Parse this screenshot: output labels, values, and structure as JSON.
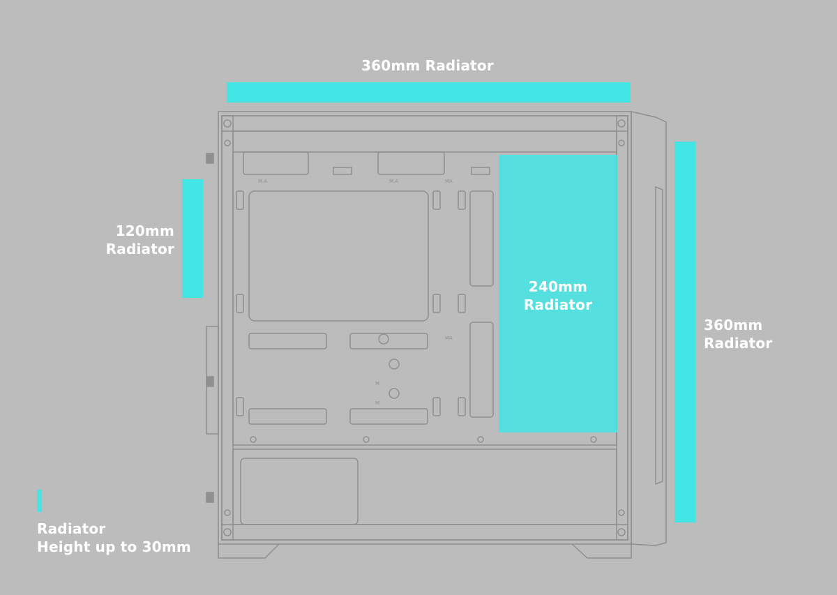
{
  "colors": {
    "background": "#bcbcbc",
    "radiator_highlight": "#44e5e5",
    "case_outline": "#8f8f8f",
    "label_text": "#ffffff"
  },
  "labels": {
    "top_radiator": "360mm Radiator",
    "side_left_line1": "120mm",
    "side_left_line2": "Radiator",
    "front_inner_line1": "240mm",
    "front_inner_line2": "Radiator",
    "front_right_line1": "360mm",
    "front_right_line2": "Radiator",
    "legend_line1": "Radiator",
    "legend_line2": "Height up to 30mm"
  },
  "case_markings": {
    "mount_label_a": "M.A",
    "mount_label_b": "MA",
    "mount_label_m": "M"
  }
}
